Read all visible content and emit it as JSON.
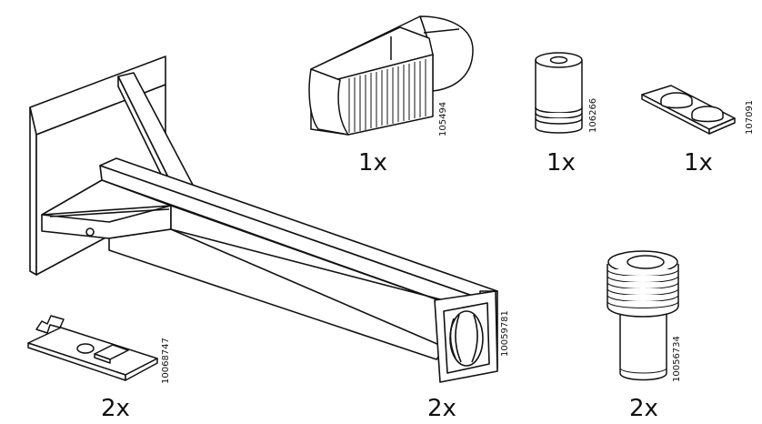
{
  "parts": [
    {
      "id": "rail-bracket",
      "quantity": "2x",
      "article": "10059781"
    },
    {
      "id": "plate-clip",
      "quantity": "2x",
      "article": "10068747"
    },
    {
      "id": "wedge-block",
      "quantity": "1x",
      "article": "105494"
    },
    {
      "id": "threaded-spacer",
      "quantity": "1x",
      "article": "106266"
    },
    {
      "id": "felt-pads",
      "quantity": "1x",
      "article": "107091"
    },
    {
      "id": "adjustable-foot",
      "quantity": "2x",
      "article": "10056734"
    }
  ]
}
